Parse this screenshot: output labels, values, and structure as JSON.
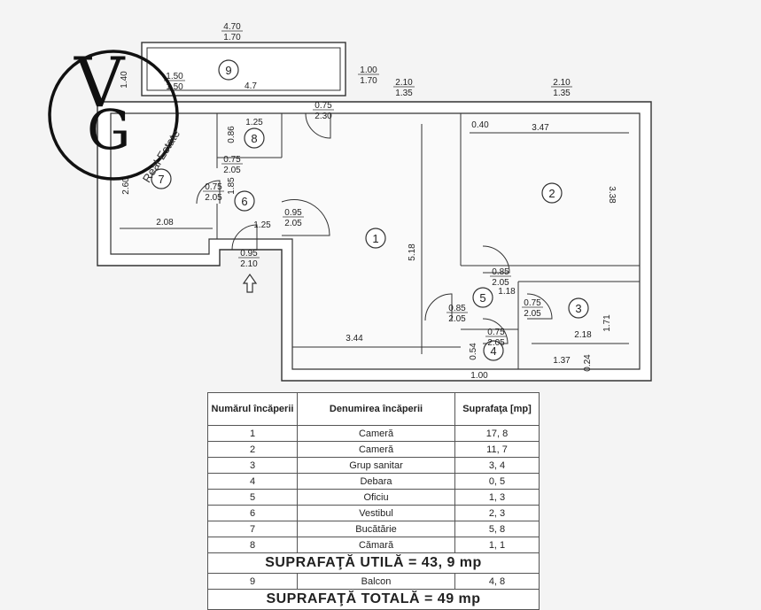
{
  "logo": {
    "letters": [
      "V",
      "G"
    ],
    "text": "Real Estate"
  },
  "rooms": [
    {
      "num": "1",
      "dims": [
        {
          "t": "5.18"
        },
        {
          "t": "3.44"
        }
      ]
    },
    {
      "num": "2",
      "dims": [
        {
          "t": "3.47"
        },
        {
          "t": "3.38"
        },
        {
          "t": "0.40"
        }
      ]
    },
    {
      "num": "3",
      "dims": [
        {
          "t": "2.18"
        },
        {
          "t": "1.71"
        },
        {
          "t": "1.37"
        },
        {
          "t": "0.24"
        }
      ]
    },
    {
      "num": "4",
      "dims": [
        {
          "t": "1.00"
        },
        {
          "t": "0.54"
        }
      ]
    },
    {
      "num": "5",
      "dims": [
        {
          "t": "1.18"
        }
      ]
    },
    {
      "num": "6",
      "dims": [
        {
          "t": "1.25"
        }
      ]
    },
    {
      "num": "7",
      "dims": [
        {
          "t": "2.08"
        },
        {
          "t": "2.60"
        }
      ]
    },
    {
      "num": "8",
      "dims": [
        {
          "t": "1.25"
        },
        {
          "t": "0.86"
        },
        {
          "t": "1.85"
        }
      ]
    },
    {
      "num": "9",
      "dims": [
        {
          "t": "4.7"
        },
        {
          "t": "1.40"
        }
      ]
    }
  ],
  "openings": [
    {
      "top": "4.70",
      "bottom": "1.70"
    },
    {
      "top": "1.50",
      "bottom": "1.50"
    },
    {
      "top": "1.00",
      "bottom": "1.70"
    },
    {
      "top": "2.10",
      "bottom": "1.35"
    },
    {
      "top": "2.10",
      "bottom": "1.35"
    },
    {
      "top": "0.75",
      "bottom": "2.30"
    },
    {
      "top": "0.75",
      "bottom": "2.05"
    },
    {
      "top": "0.75",
      "bottom": "2.05"
    },
    {
      "top": "0.95",
      "bottom": "2.05"
    },
    {
      "top": "0.95",
      "bottom": "2.10"
    },
    {
      "top": "0.85",
      "bottom": "2.05"
    },
    {
      "top": "0.85",
      "bottom": "2.05"
    },
    {
      "top": "0.75",
      "bottom": "2.05"
    },
    {
      "top": "0.75",
      "bottom": "2.05"
    }
  ],
  "table": {
    "headers": [
      "Numărul încăperii",
      "Denumirea încăperii",
      "Suprafaţa [mp]"
    ],
    "rows": [
      {
        "nr": "1",
        "name": "Cameră",
        "area": "17, 8"
      },
      {
        "nr": "2",
        "name": "Cameră",
        "area": "11, 7"
      },
      {
        "nr": "3",
        "name": "Grup sanitar",
        "area": "3, 4"
      },
      {
        "nr": "4",
        "name": "Debara",
        "area": "0, 5"
      },
      {
        "nr": "5",
        "name": "Oficiu",
        "area": "1, 3"
      },
      {
        "nr": "6",
        "name": "Vestibul",
        "area": "2, 3"
      },
      {
        "nr": "7",
        "name": "Bucătărie",
        "area": "5, 8"
      },
      {
        "nr": "8",
        "name": "Cămară",
        "area": "1, 1"
      }
    ],
    "subtotal": "SUPRAFAŢĂ UTILĂ = 43, 9 mp",
    "balcony": {
      "nr": "9",
      "name": "Balcon",
      "area": "4, 8"
    },
    "total": "SUPRAFAŢĂ TOTALĂ = 49 mp"
  }
}
